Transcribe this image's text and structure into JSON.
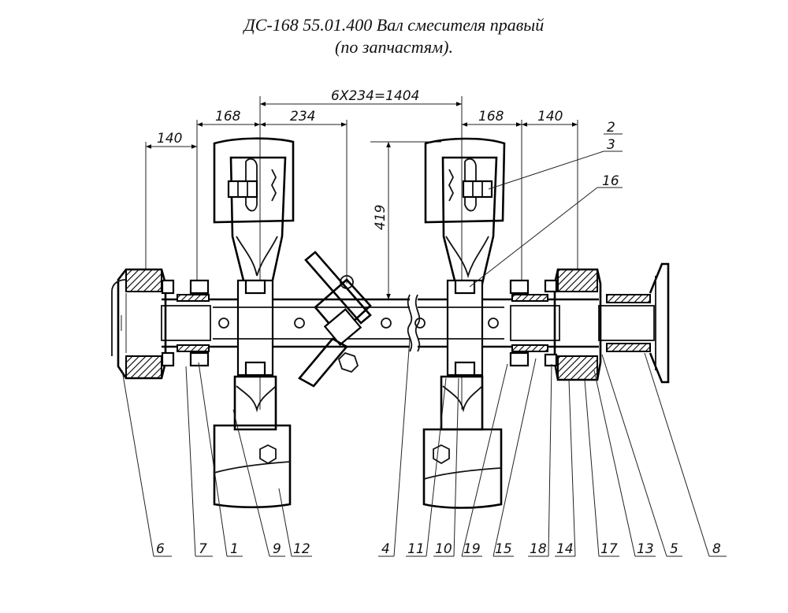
{
  "title": {
    "line1": "ДС-168 55.01.400 Вал смесителя правый",
    "line2": "(по запчастям)."
  },
  "dimensions": {
    "total_span": "6Х234=1404",
    "left_168": "168",
    "left_234": "234",
    "left_140": "140",
    "right_168": "168",
    "right_140": "140",
    "height_419": "419"
  },
  "top_labels": [
    "2",
    "3",
    "16"
  ],
  "bottom_labels": [
    "6",
    "7",
    "1",
    "9",
    "12",
    "4",
    "11",
    "10",
    "19",
    "15",
    "18",
    "14",
    "17",
    "13",
    "5",
    "8"
  ]
}
